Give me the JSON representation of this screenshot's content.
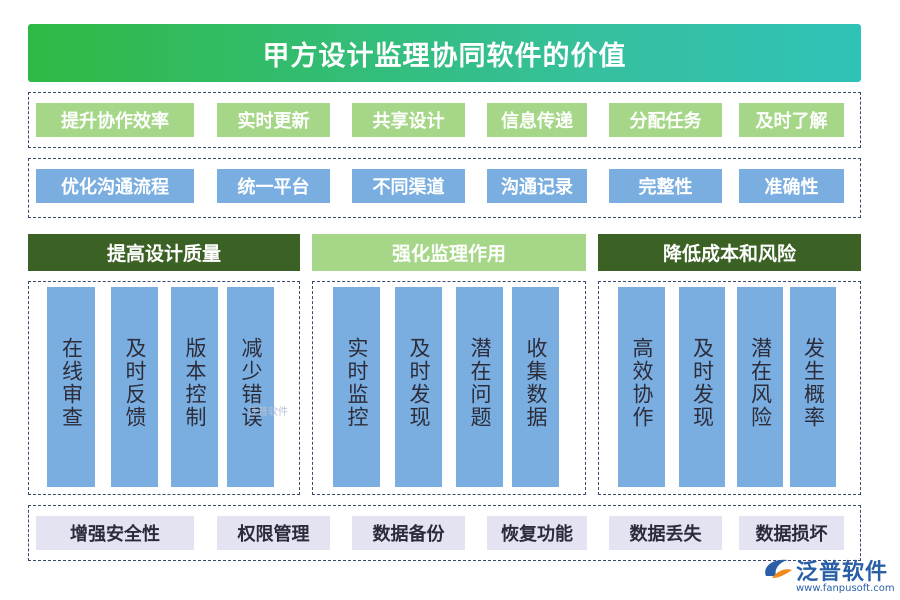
{
  "title": "甲方设计监理协同软件的价值",
  "row1": [
    "提升协作效率",
    "实时更新",
    "共享设计",
    "信息传递",
    "分配任务",
    "及时了解"
  ],
  "row2": [
    "优化沟通流程",
    "统一平台",
    "不同渠道",
    "沟通记录",
    "完整性",
    "准确性"
  ],
  "columns": [
    {
      "heading": "提高设计质量",
      "items": [
        "在线审查",
        "及时反馈",
        "版本控制",
        "减少错误"
      ]
    },
    {
      "heading": "强化监理作用",
      "items": [
        "实时监控",
        "及时发现",
        "潜在问题",
        "收集数据"
      ]
    },
    {
      "heading": "降低成本和风险",
      "items": [
        "高效协作",
        "及时发现",
        "潜在风险",
        "发生概率"
      ]
    }
  ],
  "row3": [
    "增强安全性",
    "权限管理",
    "数据备份",
    "恢复功能",
    "数据丢失",
    "数据损坏"
  ],
  "watermark_mid": "泛普软件",
  "logo": {
    "name": "泛普软件",
    "url": "www.fanpusoft.com"
  },
  "colors": {
    "header_start": "#2fb944",
    "header_end": "#2fc2b7",
    "green": "#a6d788",
    "dark_green": "#3b6124",
    "blue": "#7aaee0",
    "lavender": "#e3e3f2"
  }
}
